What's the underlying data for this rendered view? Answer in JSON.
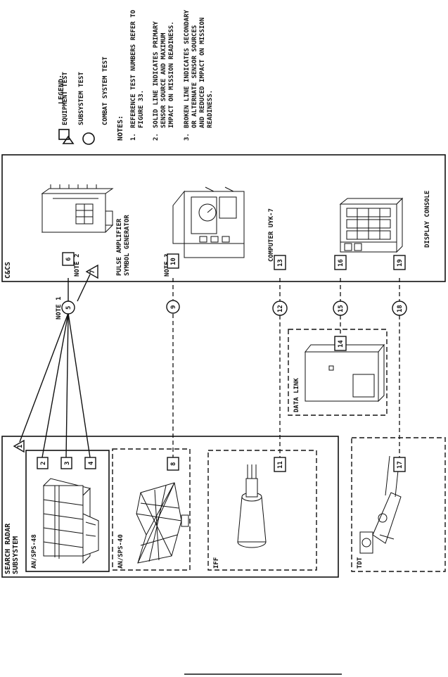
{
  "legend": {
    "title": "LEGEND:",
    "items": [
      "EQUIPMENT TEST",
      "SUBSYSTEM TEST",
      "COMBAT SYSTEM TEST"
    ]
  },
  "notes": {
    "title": "NOTES:",
    "items": [
      {
        "num": "1.",
        "lines": [
          "REFERENCE TEST NUMBERS REFER TO",
          "FIGURE 33."
        ]
      },
      {
        "num": "2.",
        "lines": [
          "SOLID LINE INDICATES PRIMARY",
          "SENSOR SOURCE AND MAXIMUM",
          "IMPACT ON MISSION READINESS."
        ]
      },
      {
        "num": "3.",
        "lines": [
          "BROKEN LINE INDICATES SECONDARY",
          "OR ALTERNATE SENSOR SOURCES",
          "AND REDUCED IMPACT ON MISSION",
          "READINESS."
        ]
      }
    ]
  },
  "groups": {
    "ccs": "C&CS",
    "search_radar": [
      "SEARCH RADAR",
      "SUBSYSTEM"
    ],
    "sps48": "AN/SPS-48",
    "sps40": "AN/SPS-40",
    "iff": "IFF",
    "tdt": "TDT",
    "data_link": "DATA LINK"
  },
  "equipment": {
    "pulse_amp": [
      "PULSE AMPLIFIER",
      "SYMBOL GENERATOR"
    ],
    "computer": "COMPUTER UYK-7",
    "display": "DISPLAY CONSOLE"
  },
  "callouts": {
    "note1": "NOTE 1",
    "note2": "NOTE 2",
    "note3": "NOTE 3"
  },
  "tests": {
    "t1": "1",
    "t2": "2",
    "t3": "3",
    "t4": "4",
    "t5": "5",
    "t6": "6",
    "t7": "7",
    "t8": "8",
    "t9": "9",
    "t10": "10",
    "t11": "11",
    "t12": "12",
    "t13": "13",
    "t14": "14",
    "t15": "15",
    "t16": "16",
    "t17": "17",
    "t18": "18",
    "t19": "19"
  }
}
